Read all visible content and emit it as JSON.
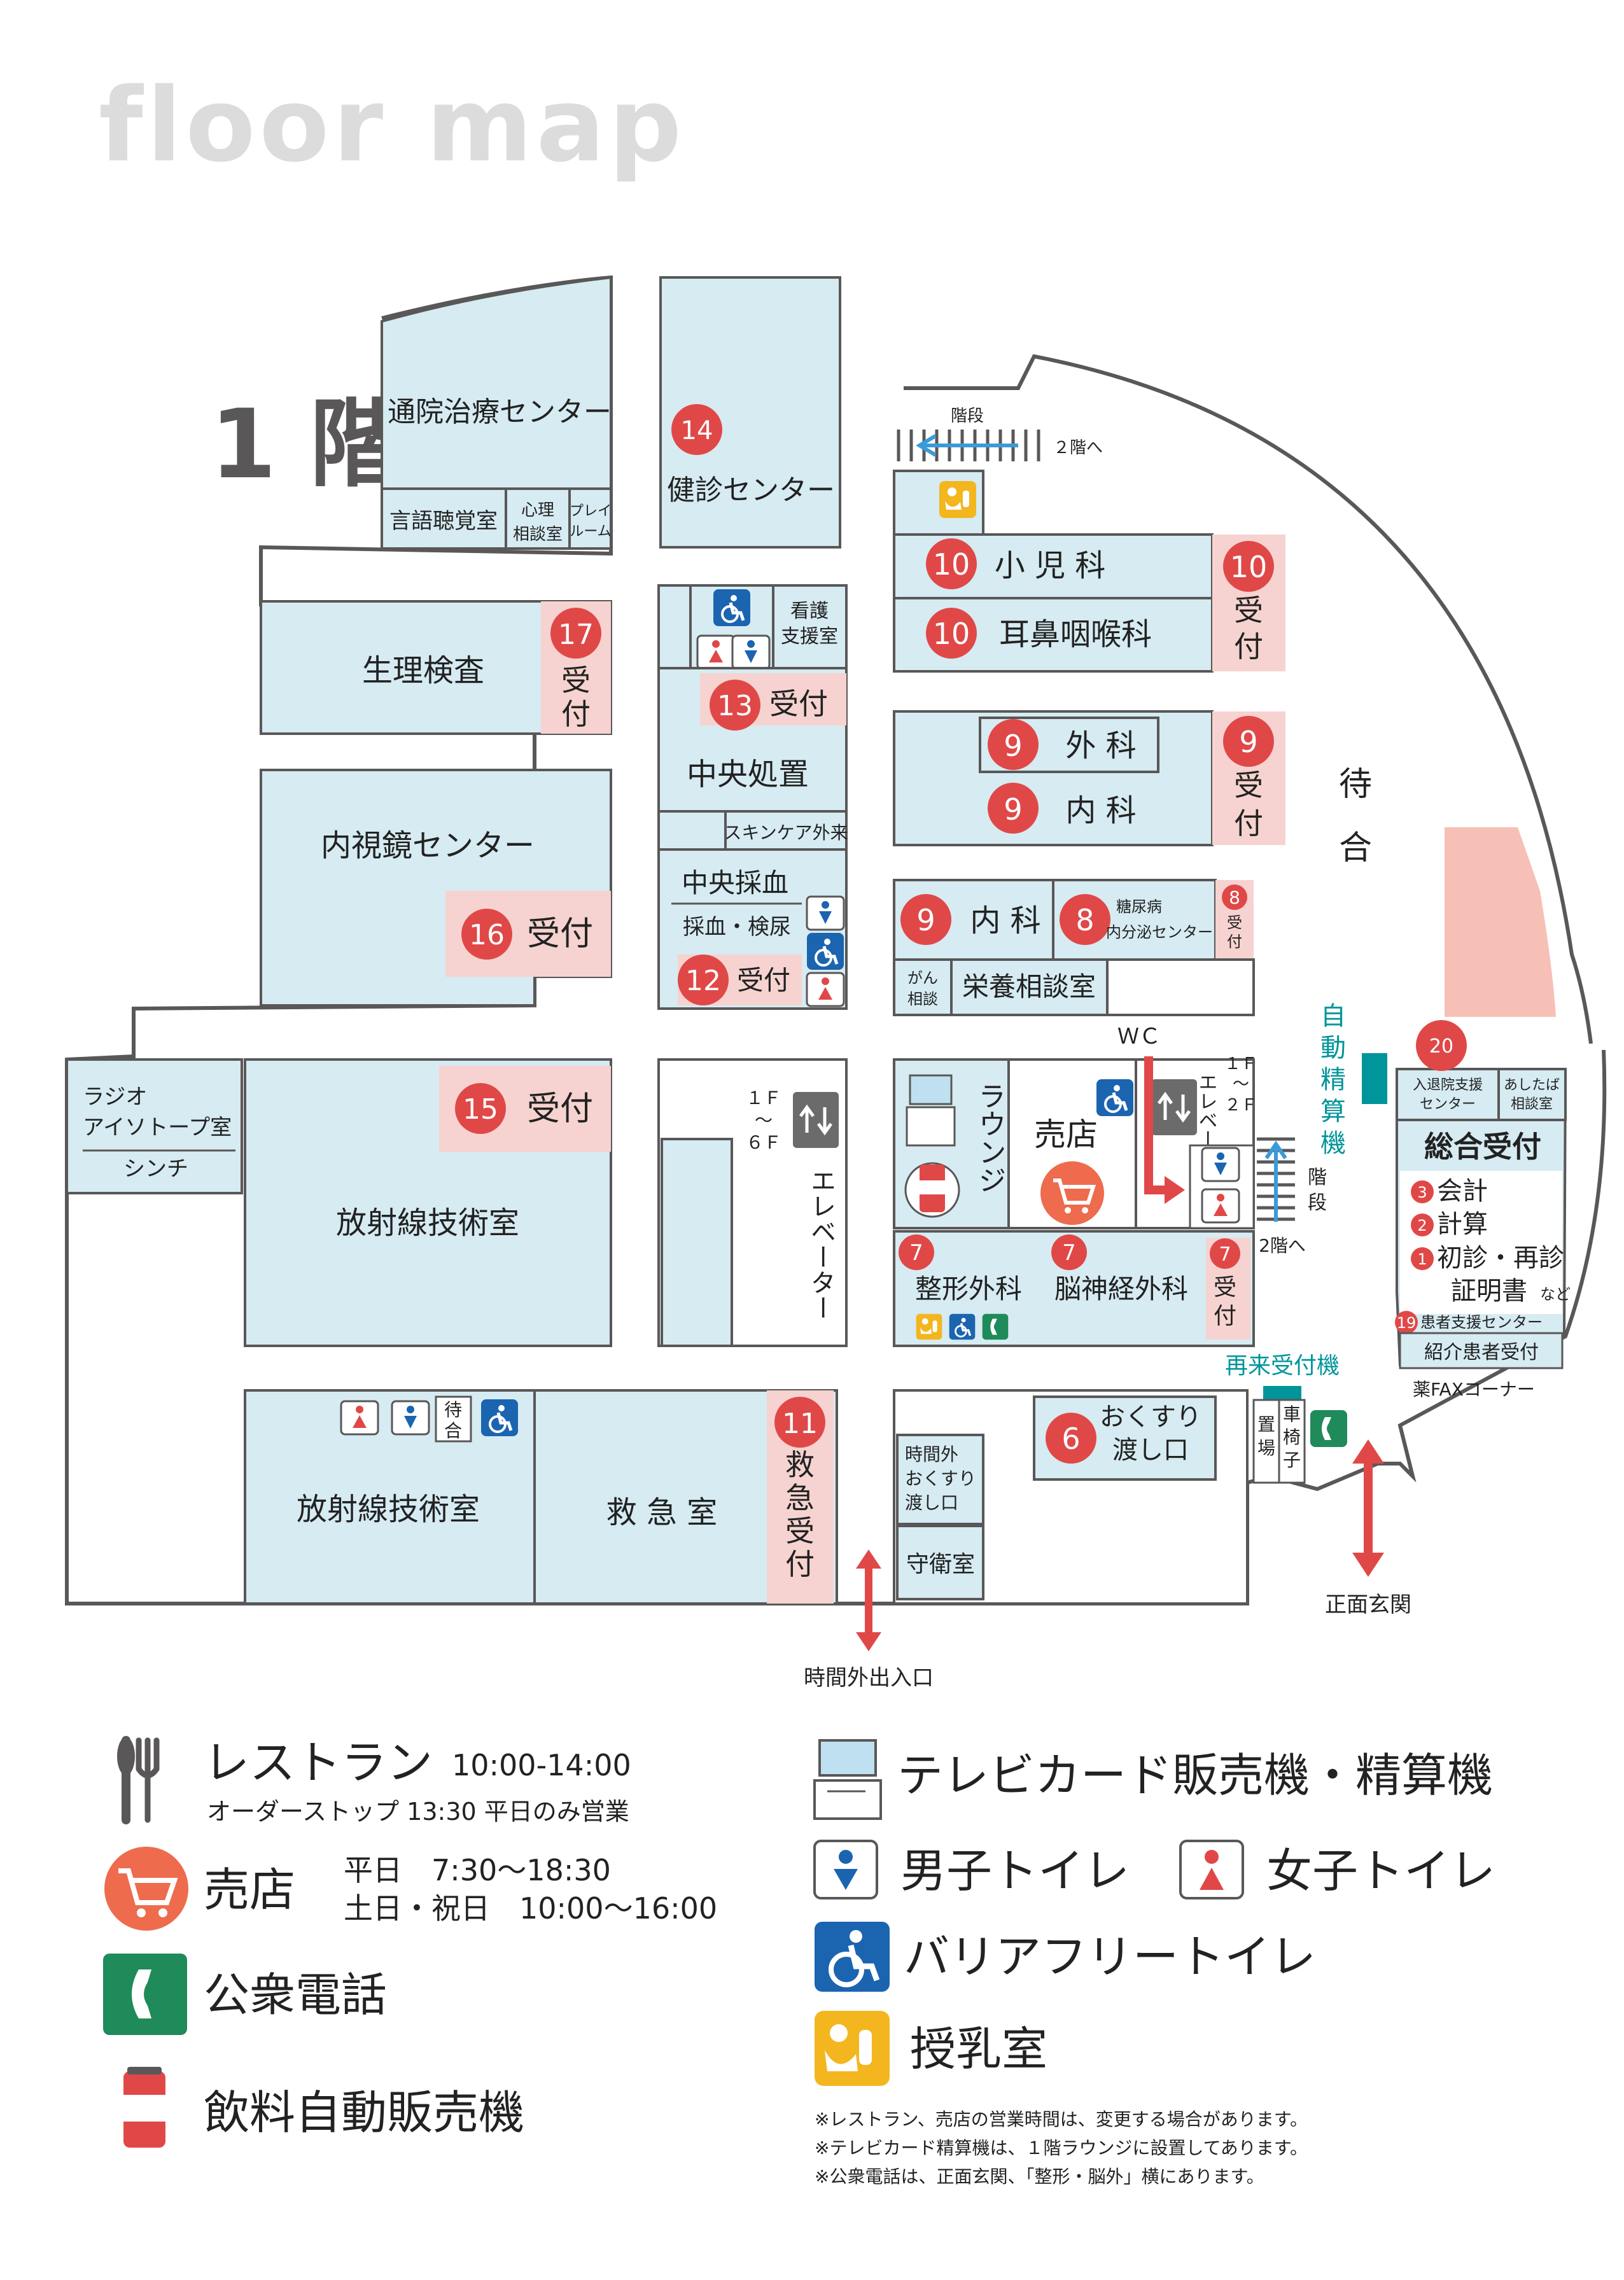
{
  "header": {
    "title": "floor map",
    "floor": "1 階"
  },
  "colors": {
    "room": "#d6ebf2",
    "reception": "#f6d3d0",
    "badge": "#e04848",
    "wall": "#595757",
    "teal": "#00959a",
    "shop": "#ee6b4d",
    "phone": "#1f8a5a",
    "toilet_m": "#1b64b0",
    "toilet_f": "#e04848",
    "accessible": "#1b64b0",
    "nursing": "#f3b61f",
    "waiting": "#f6c0b7"
  },
  "rooms": {
    "tsuin": "通院治療センター",
    "gengo": "言語聴覚室",
    "shinri1": "心理",
    "shinri2": "相談室",
    "play1": "プレイ",
    "play2": "ルーム",
    "kenshin": "健診センター",
    "kango1": "看護",
    "kango2": "支援室",
    "seiri": "生理検査",
    "naishi": "内視鏡センター",
    "chuo_shochi": "中央処置",
    "skincare": "スキンケア外来",
    "chuo_saiketsu": "中央採血",
    "saiketsu_sub": "採血・検尿",
    "shoni": "小 児 科",
    "jibi": "耳鼻咽喉科",
    "geka": "外  科",
    "naika": "内  科",
    "naika2": "内  科",
    "tonyo1": "糖尿病",
    "tonyo2": "内分泌センター",
    "gan1": "がん",
    "gan2": "相談",
    "eiyo": "栄養相談室",
    "radio1": "ラジオ",
    "radio2": "アイソトープ室",
    "shinchi": "シンチ",
    "hoshasen_a": "放射線技術室",
    "hoshasen_b": "放射線技術室",
    "kyukyu": "救 急 室",
    "lounge": "ラウンジ",
    "baiten": "売店",
    "seikei": "整形外科",
    "noshinkei": "脳神経外科",
    "okusuri1": "おくすり",
    "okusuri2": "渡し口",
    "jikangai1": "時間外",
    "jikangai2": "おくすり",
    "jikangai3": "渡し口",
    "shuei": "守衛室",
    "kurumaisu1": "車",
    "kurumaisu2": "椅",
    "kurumaisu3": "子",
    "chi1": "置",
    "chi2": "場",
    "machiai1": "待",
    "machiai2": "合",
    "machiai_small1": "待",
    "machiai_small2": "合",
    "nyutai1": "入退院支援",
    "nyutai2": "センター",
    "ashitaba1": "あしたば",
    "ashitaba2": "相談室",
    "sogo": "総合受付",
    "kaikei": "会計",
    "keisan": "計算",
    "shoshin": "初診・再診",
    "shomei": "証明書",
    "nado": "など",
    "kanja": "患者支援センター",
    "shokai": "紹介患者受付",
    "fax": "薬FAXコーナー",
    "sairai": "再来受付機",
    "jido1": "自",
    "jido2": "動",
    "jido3": "精",
    "jido4": "算",
    "jido5": "機"
  },
  "receptions": {
    "r17a": "受",
    "r17b": "付",
    "r13": "受付",
    "r16": "受付",
    "r12": "受付",
    "r15": "受付",
    "r10a": "受",
    "r10b": "付",
    "r9a": "受",
    "r9b": "付",
    "r8a": "受",
    "r8b": "付",
    "r7a": "受",
    "r7b": "付",
    "r11a": "救",
    "r11b": "急",
    "r11c": "受",
    "r11d": "付"
  },
  "badges": {
    "b14": "14",
    "b17": "17",
    "b13": "13",
    "b16": "16",
    "b12": "12",
    "b15": "15",
    "b10a": "10",
    "b10b": "10",
    "b10c": "10",
    "b9a": "9",
    "b9b": "9",
    "b9c": "9",
    "b9d": "9",
    "b8a": "8",
    "b8b": "8",
    "b7a": "7",
    "b7b": "7",
    "b7c": "7",
    "b6": "6",
    "b11": "11",
    "b20": "20",
    "b19": "19",
    "b1": "1",
    "b2": "2",
    "b3": "3"
  },
  "labels": {
    "kaidan_top": "階段",
    "nikai_top": "２階へ",
    "kaidan_r1": "階",
    "kaidan_r2": "段",
    "nikai_r": "2階へ",
    "wc": "ＷＣ",
    "elev_big": "エレベーター",
    "elev_big_range": [
      "１Ｆ",
      "〜",
      "６Ｆ"
    ],
    "elev_small": "エレベーター",
    "elev_small_range": [
      "１Ｆ",
      "〜",
      "２Ｆ"
    ],
    "jikangai_iriguchi": "時間外出入口",
    "shomen_genkan": "正面玄関"
  },
  "legend": {
    "restaurant": "レストラン",
    "restaurant_hours": "10:00-14:00",
    "restaurant_note": "オーダーストップ 13:30 平日のみ営業",
    "shop": "売店",
    "shop_weekday": "平日　7:30〜18:30",
    "shop_holiday": "土日・祝日　10:00〜16:00",
    "phone": "公衆電話",
    "vending": "飲料自動販売機",
    "tvcard": "テレビカード販売機・精算機",
    "toilet_m": "男子トイレ",
    "toilet_f": "女子トイレ",
    "accessible": "バリアフリートイレ",
    "nursing": "授乳室",
    "notes": [
      "※レストラン、売店の営業時間は、変更する場合があります。",
      "※テレビカード精算機は、１階ラウンジに設置してあります。",
      "※公衆電話は、正面玄関、「整形・脳外」横にあります。"
    ]
  },
  "icons": [
    "fork-knife-icon",
    "cart-icon",
    "phone-icon",
    "can-icon",
    "tv-icon",
    "male-icon",
    "female-icon",
    "wheelchair-icon",
    "nursing-icon",
    "elevator-icon"
  ]
}
